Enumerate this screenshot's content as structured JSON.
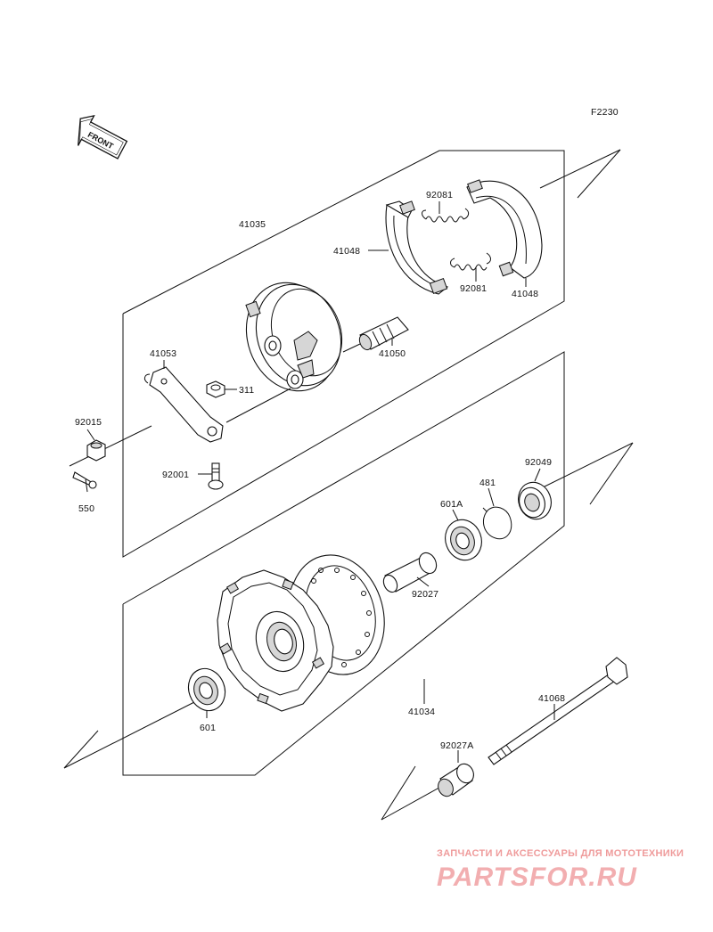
{
  "diagram": {
    "figure_code": "F2230",
    "front_label": "FRONT",
    "part_labels": {
      "brake_panel_assy": "41035",
      "brake_shoe_upper": "41048",
      "brake_shoe_lower": "41048",
      "spring_upper": "92081",
      "spring_lower": "92081",
      "cam_shaft": "41050",
      "cam_lever": "41053",
      "nut_311": "311",
      "nut_92015": "92015",
      "bolt_92001": "92001",
      "cotter_pin": "550",
      "oil_seal": "92049",
      "circlip": "481",
      "bearing_right": "601A",
      "distance_collar": "92027",
      "hub": "41034",
      "bearing_left": "601",
      "axle": "41068",
      "collar": "92027A"
    }
  },
  "watermark": {
    "tagline": "ЗАПЧАСТИ И АКСЕССУАРЫ ДЛЯ МОТОТЕХНИКИ",
    "brand": "PARTSFOR.RU"
  }
}
